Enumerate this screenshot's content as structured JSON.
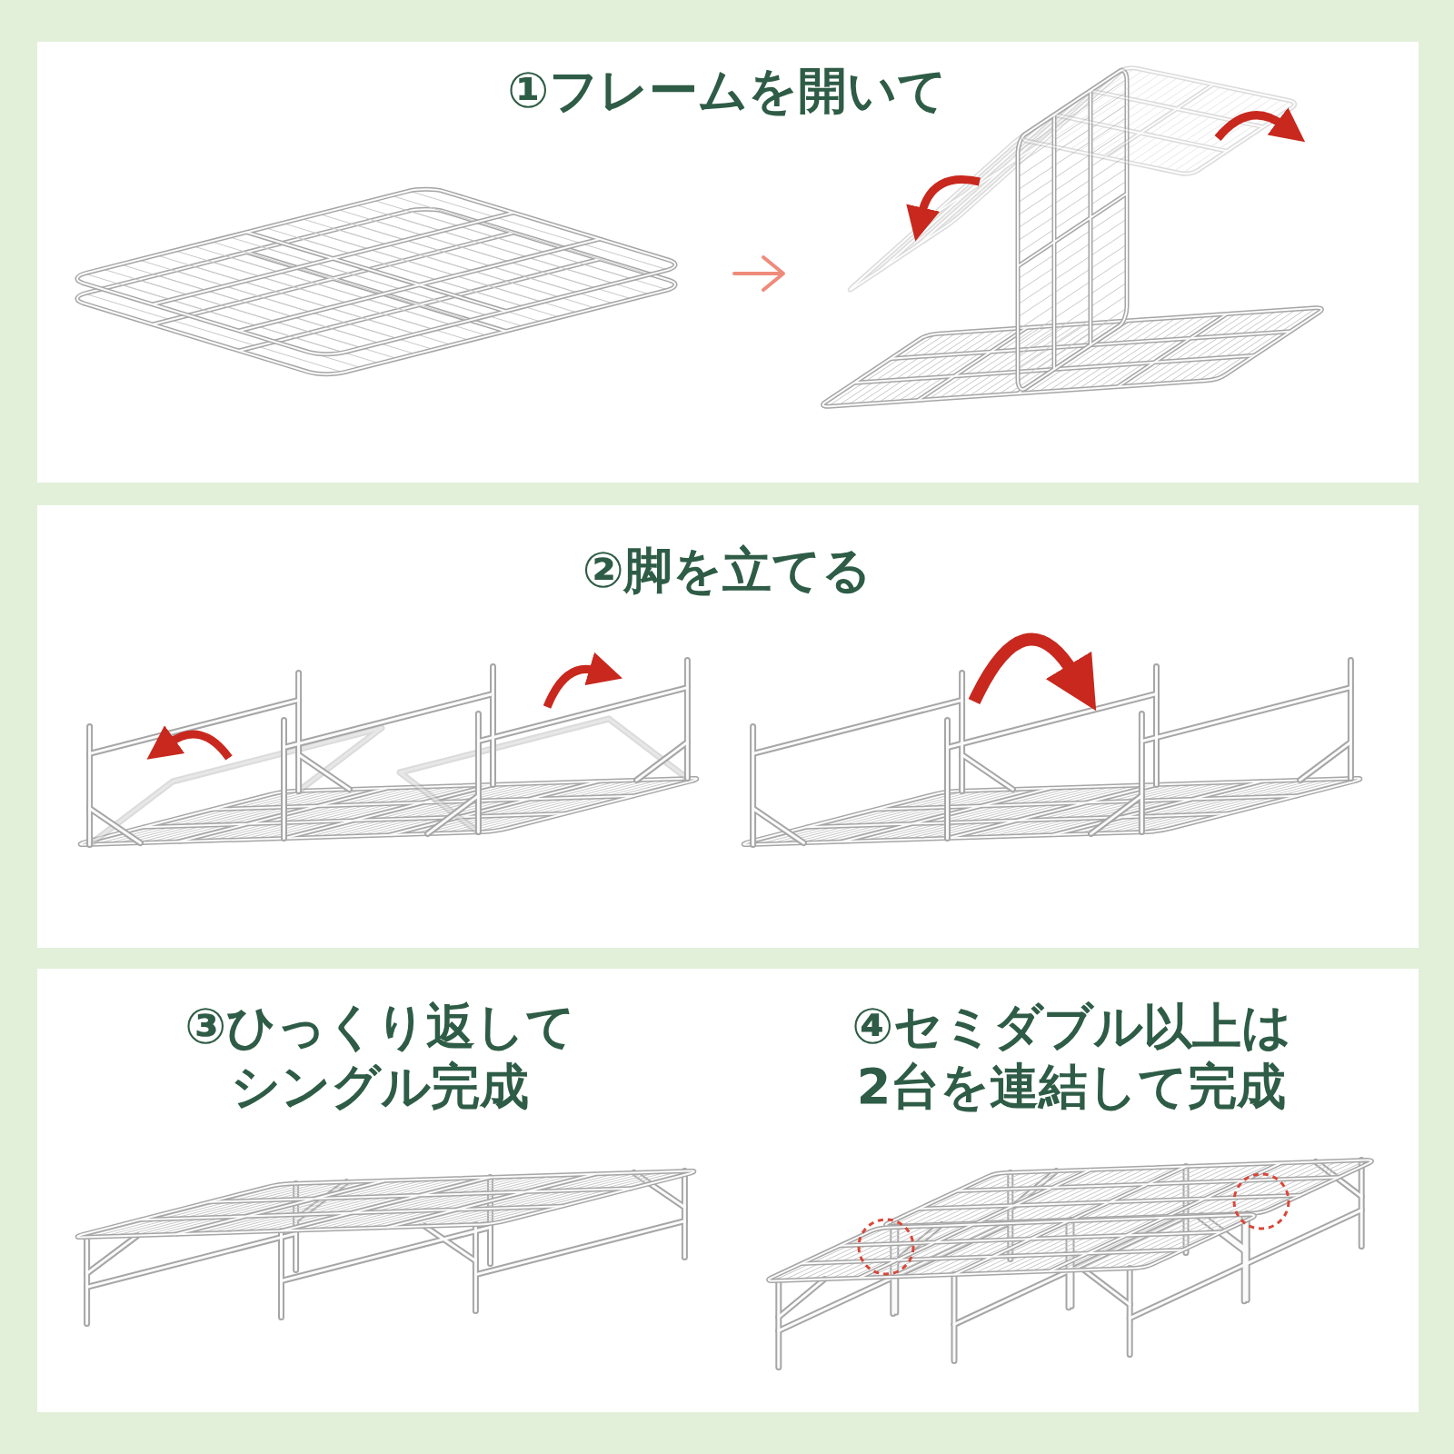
{
  "diagram": {
    "nodes": [
      {
        "text": [
          "①フレームを開いて"
        ]
      },
      {
        "text": [
          "②脚を立てる"
        ]
      },
      {
        "text": [
          "③ひっくり返して シングル完成",
          "④セミダブル以上は 2台を連結して完成"
        ]
      }
    ]
  }
}
